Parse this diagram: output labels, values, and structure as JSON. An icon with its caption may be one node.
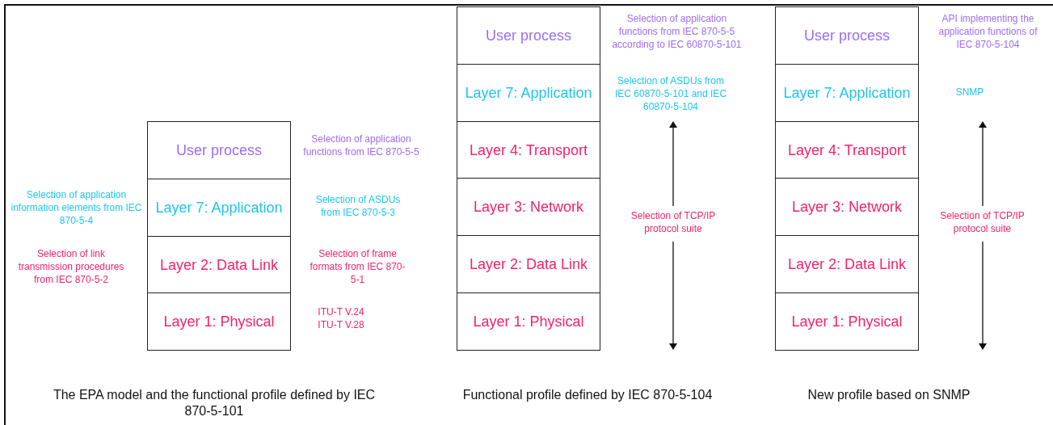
{
  "diagram": {
    "nodes": [
      {
        "text": [
          "User process"
        ],
        "beside": [
          "Selection of application functions from IEC 870-5-5"
        ]
      },
      {
        "text": [
          "Layer 7: Application"
        ],
        "beside": [
          "Selection of application information elements from IEC 870-5-4",
          "Selection of ASDUs from IEC 870-5-3"
        ]
      },
      {
        "text": [
          "Layer 2: Data Link"
        ],
        "beside": [
          "Selection of link transmission procedures from IEC 870-5-2",
          "Selection of frame formats from IEC 870-5-1"
        ]
      },
      {
        "text": [
          "Layer 1: Physical"
        ],
        "beside": [
          "ITU-T V.24 ITU-T V.28"
        ]
      },
      {
        "text": [
          "User process"
        ],
        "beside": [
          "Selection of application functions from IEC 870-5-5 according to IEC 60870-5-101"
        ]
      },
      {
        "text": [
          "Layer 7: Application"
        ],
        "beside": [
          "Selection of ASDUs from IEC 60870-5-101 and IEC 60870-5-104"
        ]
      },
      {
        "text": [
          "Layer 4: Transport"
        ]
      },
      {
        "text": [
          "Layer 3: Network"
        ]
      },
      {
        "text": [
          "Layer 2: Data Link"
        ]
      },
      {
        "text": [
          "Layer 1: Physical"
        ]
      },
      {
        "text": [
          "User process"
        ],
        "beside": [
          "API implementing the application functions of IEC 870-5-104"
        ]
      },
      {
        "text": [
          "Layer 7: Application"
        ],
        "beside": [
          "SNMP"
        ]
      },
      {
        "text": [
          "Layer 4: Transport"
        ]
      },
      {
        "text": [
          "Layer 3: Network"
        ]
      },
      {
        "text": [
          "Layer 2: Data Link"
        ]
      },
      {
        "text": [
          "Layer 1: Physical"
        ]
      }
    ],
    "edges": [],
    "labels": [
      "Selection of TCP/IP protocol suite",
      "Selection of TCP/IP protocol suite",
      "The EPA model and the functional profile defined by IEC 870-5-101",
      "Functional profile defined by IEC 870-5-104",
      "New profile based on SNMP"
    ]
  }
}
